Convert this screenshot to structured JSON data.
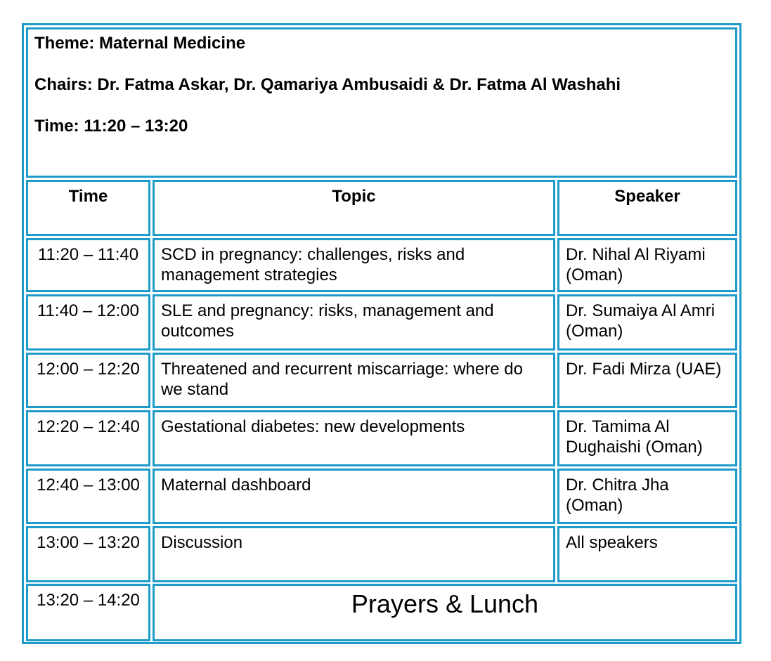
{
  "session": {
    "theme": "Theme: Maternal Medicine",
    "chairs": "Chairs: Dr. Fatma Askar, Dr. Qamariya Ambusaidi & Dr. Fatma Al Washahi",
    "time": "Time: 11:20 – 13:20"
  },
  "columns": {
    "time": "Time",
    "topic": "Topic",
    "speaker": "Speaker"
  },
  "rows": [
    {
      "time": "11:20 – 11:40",
      "topic": "SCD in pregnancy: challenges, risks and management strategies",
      "speaker": "Dr. Nihal Al Riyami (Oman)"
    },
    {
      "time": "11:40 – 12:00",
      "topic": "SLE and pregnancy: risks, management and outcomes",
      "speaker": "Dr. Sumaiya Al Amri (Oman)"
    },
    {
      "time": "12:00 – 12:20",
      "topic": "Threatened and recurrent miscarriage: where do we stand",
      "speaker": "Dr. Fadi Mirza (UAE)"
    },
    {
      "time": "12:20 – 12:40",
      "topic": "Gestational diabetes: new developments",
      "speaker": "Dr. Tamima Al Dughaishi (Oman)"
    },
    {
      "time": "12:40 – 13:00",
      "topic": "Maternal dashboard",
      "speaker": "Dr. Chitra Jha (Oman)"
    },
    {
      "time": "13:00 – 13:20",
      "topic": "Discussion",
      "speaker": "All speakers"
    }
  ],
  "break_row": {
    "time": "13:20 – 14:20",
    "label": "Prayers & Lunch"
  },
  "colors": {
    "border": "#1e9bc8"
  }
}
